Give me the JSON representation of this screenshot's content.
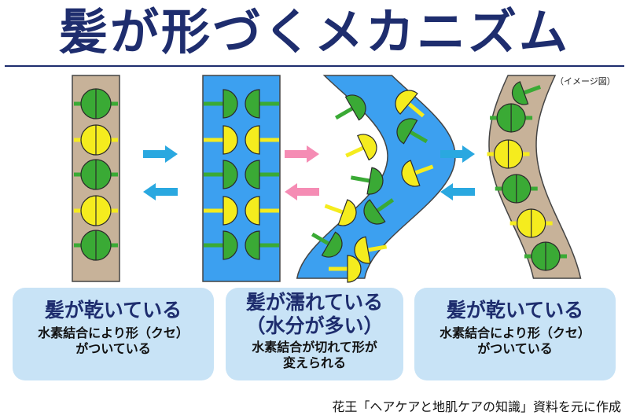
{
  "title": "髪が形づくメカニズム",
  "note": "（イメージ図）",
  "boxes": {
    "dry_left": {
      "heading": "髪が乾いている",
      "lines": [
        "水素結合により形（クセ）",
        "がついている"
      ]
    },
    "wet": {
      "heading_lines": [
        "髪が濡れている",
        "（水分が多い）"
      ],
      "lines": [
        "水素結合が切れて形が",
        "変えられる"
      ]
    },
    "dry_right": {
      "heading": "髪が乾いている",
      "lines": [
        "水素結合により形（クセ）",
        "がついている"
      ]
    }
  },
  "source": "花王「ヘアケアと地肌ケアの知識」資料を元に作成",
  "colors": {
    "title": "#1e2d6e",
    "hair_dry": "#c7b299",
    "hair_wet": "#3ca0f0",
    "bond_green": "#3aaa35",
    "bond_yellow": "#f5ec1e",
    "arrow_blue": "#2aa8e0",
    "arrow_pink": "#f58cb4",
    "box_bg": "#c8e3f6"
  }
}
